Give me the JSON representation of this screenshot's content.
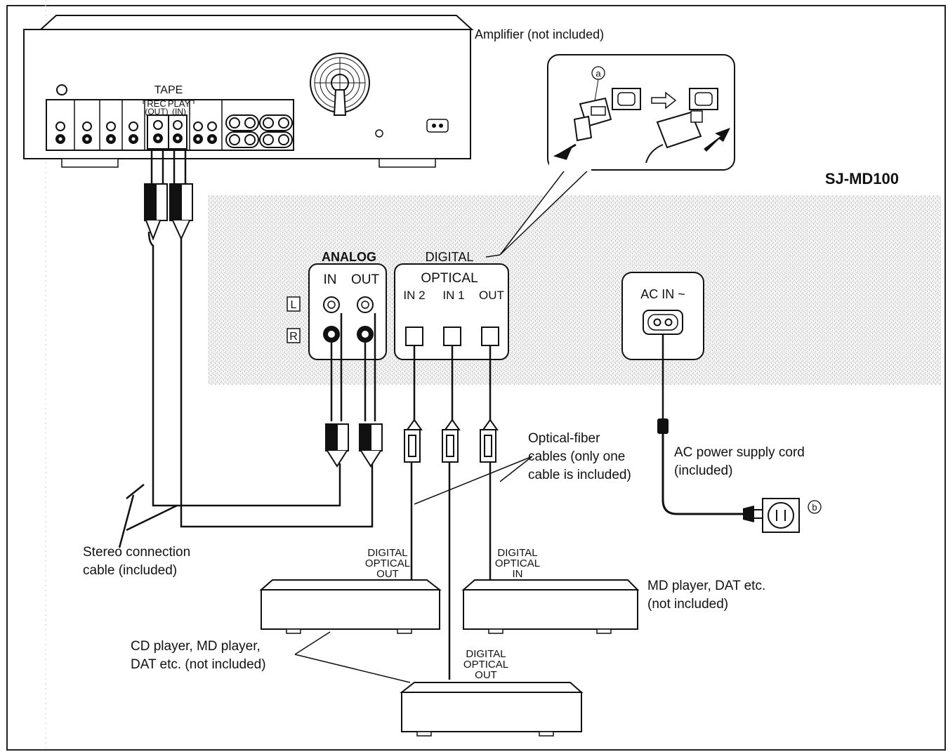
{
  "model": "SJ-MD100",
  "amplifier": {
    "label": "Amplifier (not included)",
    "tape_label": "TAPE",
    "rec_label": "REC",
    "rec_sub": "(OUT)",
    "play_label": "PLAY",
    "play_sub": "(IN)"
  },
  "inset": {
    "callout_a": "a"
  },
  "panel": {
    "analog_label": "ANALOG",
    "analog_in": "IN",
    "analog_out": "OUT",
    "left_channel": "L",
    "right_channel": "R",
    "digital_label": "DIGITAL",
    "optical_label": "OPTICAL",
    "in2": "IN 2",
    "in1": "IN 1",
    "optical_out": "OUT",
    "ac_in": "AC IN ~"
  },
  "labels": {
    "optical_cables_1": "Optical-fiber",
    "optical_cables_2": "cables (only one",
    "optical_cables_3": "cable is included)",
    "ac_cord_1": "AC power supply cord",
    "ac_cord_2": "(included)",
    "callout_b": "b",
    "stereo_cable_1": "Stereo connection",
    "stereo_cable_2": "cable (included)",
    "md_player_1": "MD player, DAT etc.",
    "md_player_2": "(not included)",
    "cd_player_1": "CD player, MD player,",
    "cd_player_2": "DAT etc. (not included)"
  },
  "devices": {
    "digital": "DIGITAL",
    "optical": "OPTICAL",
    "out": "OUT",
    "in": "IN"
  }
}
